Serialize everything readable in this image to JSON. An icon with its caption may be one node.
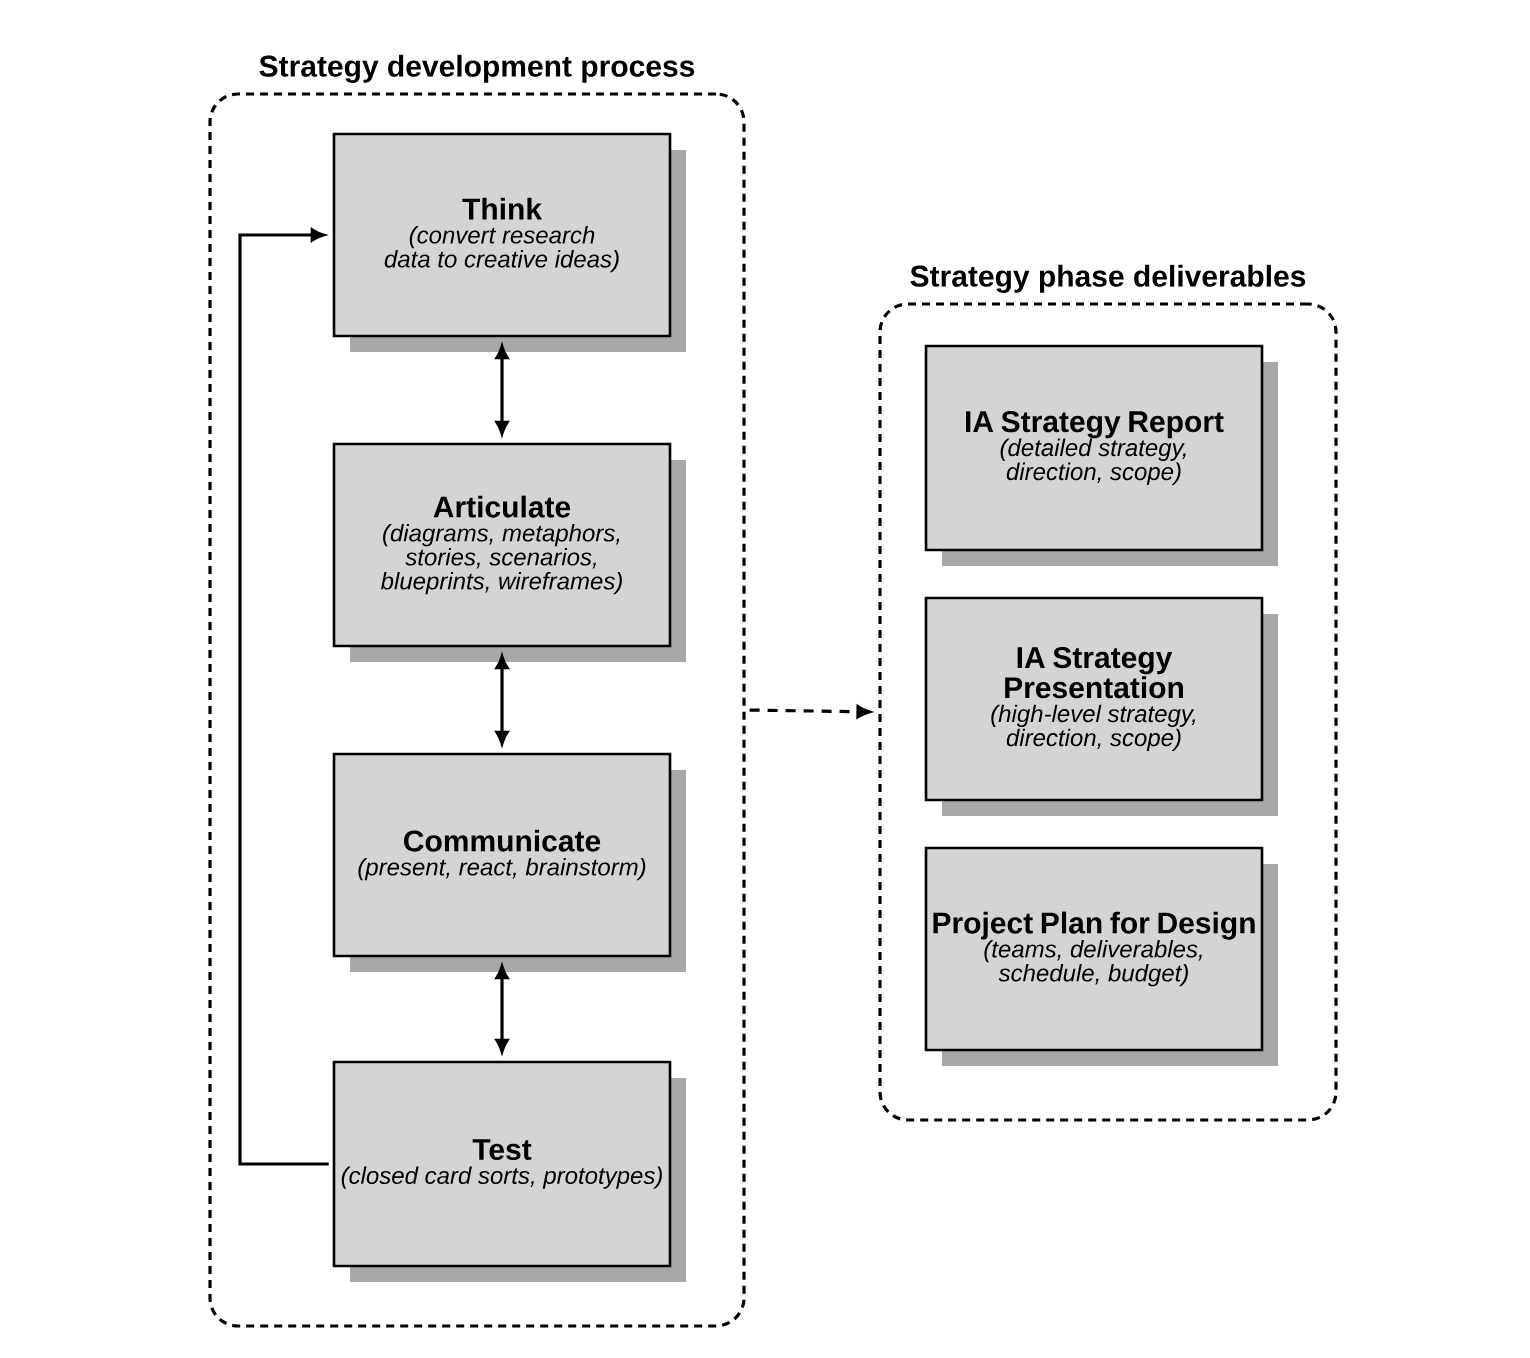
{
  "diagram": {
    "nodes": [
      {
        "text": [
          "Strategy development process"
        ]
      },
      {
        "text": [
          "Think",
          "(convert research data to creative ideas)"
        ],
        "in": 0
      },
      {
        "text": [
          "Articulate",
          "(diagrams, metaphors, stories, scenarios, blueprints, wireframes)"
        ],
        "in": 0
      },
      {
        "text": [
          "Communicate",
          "(present, react, brainstorm)"
        ],
        "in": 0
      },
      {
        "text": [
          "Test",
          "(closed card sorts, prototypes)"
        ],
        "in": 0
      },
      {
        "text": [
          "Strategy phase deliverables"
        ]
      },
      {
        "text": [
          "IA Strategy Report",
          "(detailed strategy, direction, scope)"
        ],
        "in": 5
      },
      {
        "text": [
          "IA Strategy Presentation",
          "(high-level strategy, direction, scope)"
        ],
        "in": 5
      },
      {
        "text": [
          "Project Plan for Design",
          "(teams, deliverables, schedule, budget)"
        ],
        "in": 5
      }
    ],
    "edges": [
      {
        "from": 1,
        "to": 2,
        "arrow": "both"
      },
      {
        "from": 2,
        "to": 3,
        "arrow": "both"
      },
      {
        "from": 3,
        "to": 4,
        "arrow": "both"
      },
      {
        "from": 4,
        "to": 1,
        "arrow": "to"
      },
      {
        "from": 0,
        "to": 5,
        "arrow": "to",
        "style": "dashed"
      }
    ]
  }
}
